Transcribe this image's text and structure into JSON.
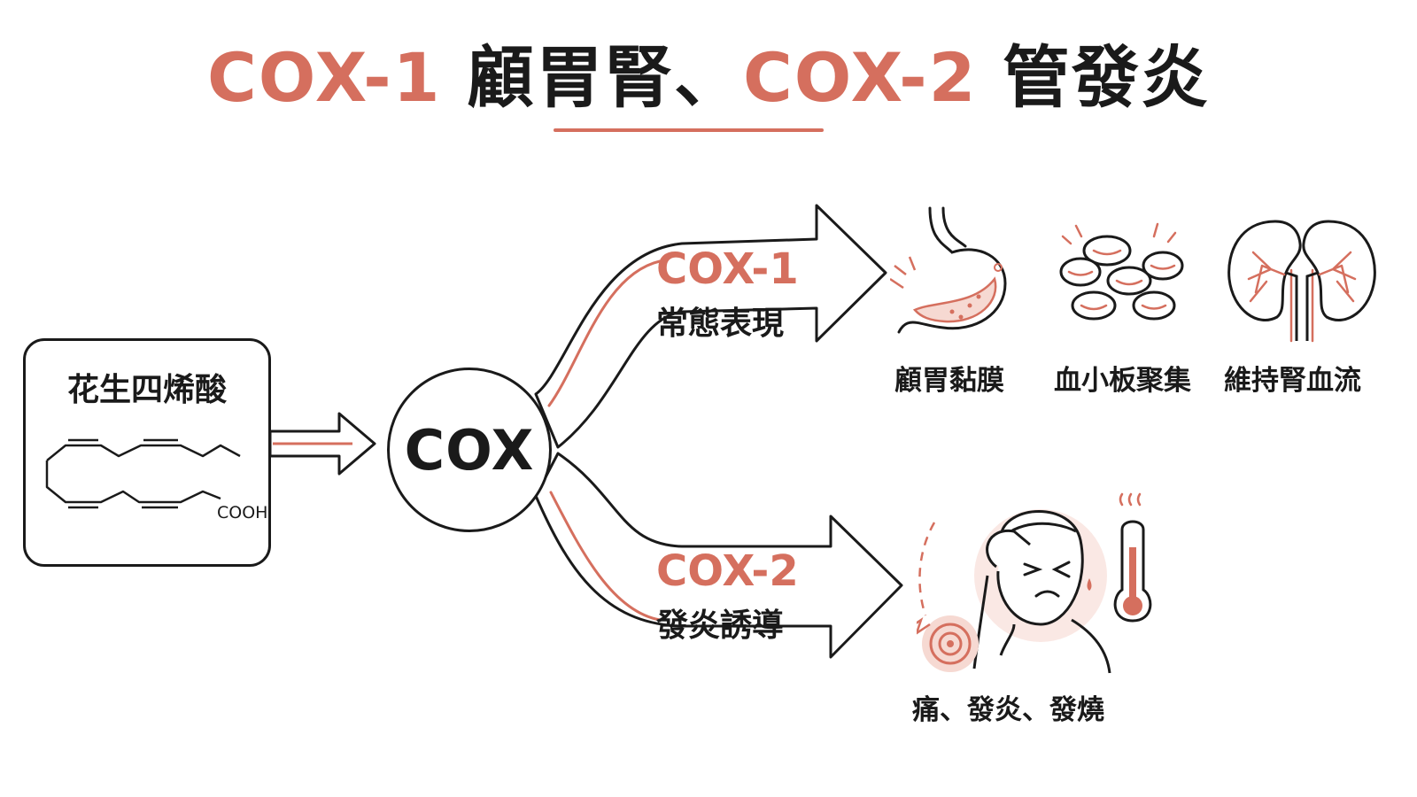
{
  "title": {
    "part1_accent": "COX-1",
    "part2": " 顧胃腎、",
    "part3_accent": "COX-2",
    "part4": " 管發炎"
  },
  "substrate": {
    "label": "花生四烯酸",
    "group_label": "COOH"
  },
  "enzyme": {
    "label": "COX"
  },
  "branches": {
    "cox1": {
      "title": "COX-1",
      "subtitle": "常態表現"
    },
    "cox2": {
      "title": "COX-2",
      "subtitle": "發炎誘導"
    }
  },
  "outcomes": {
    "cox1": [
      {
        "label": "顧胃黏膜",
        "icon": "stomach-icon"
      },
      {
        "label": "血小板聚集",
        "icon": "platelets-icon"
      },
      {
        "label": "維持腎血流",
        "icon": "kidneys-icon"
      }
    ],
    "cox2": {
      "label": "痛、發炎、發燒",
      "icons": [
        "headache-person-icon",
        "thermometer-icon"
      ]
    }
  },
  "colors": {
    "accent": "#d56f5e",
    "accent_light": "#f6d9d2",
    "ink": "#1a1a1a"
  }
}
